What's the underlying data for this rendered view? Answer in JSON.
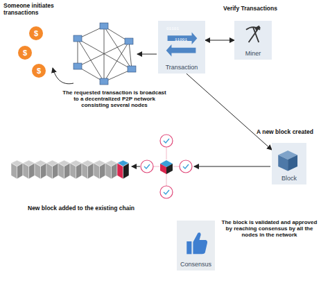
{
  "diagram": {
    "nodes": [
      {
        "text": [
          "Transaction"
        ]
      },
      {
        "text": [
          "Miner"
        ]
      },
      {
        "text": [
          "Block"
        ]
      },
      {
        "text": [
          "Consensus"
        ]
      }
    ],
    "edges": [
      {
        "from": 0,
        "to": 1,
        "arrow": "both"
      },
      {
        "from": 0,
        "to": 2,
        "arrow": "to"
      }
    ],
    "labels": [
      "Someone initiates transactions",
      "$",
      "$",
      "$",
      "The requested transaction is broadcast to a decentralized P2P network consisting several nodes",
      "Verify Transactions",
      "01101",
      "11001",
      "A new block created",
      "New block added to the existing chain",
      "The block is validated and approved by reaching consensus by all the nodes in the network"
    ]
  }
}
